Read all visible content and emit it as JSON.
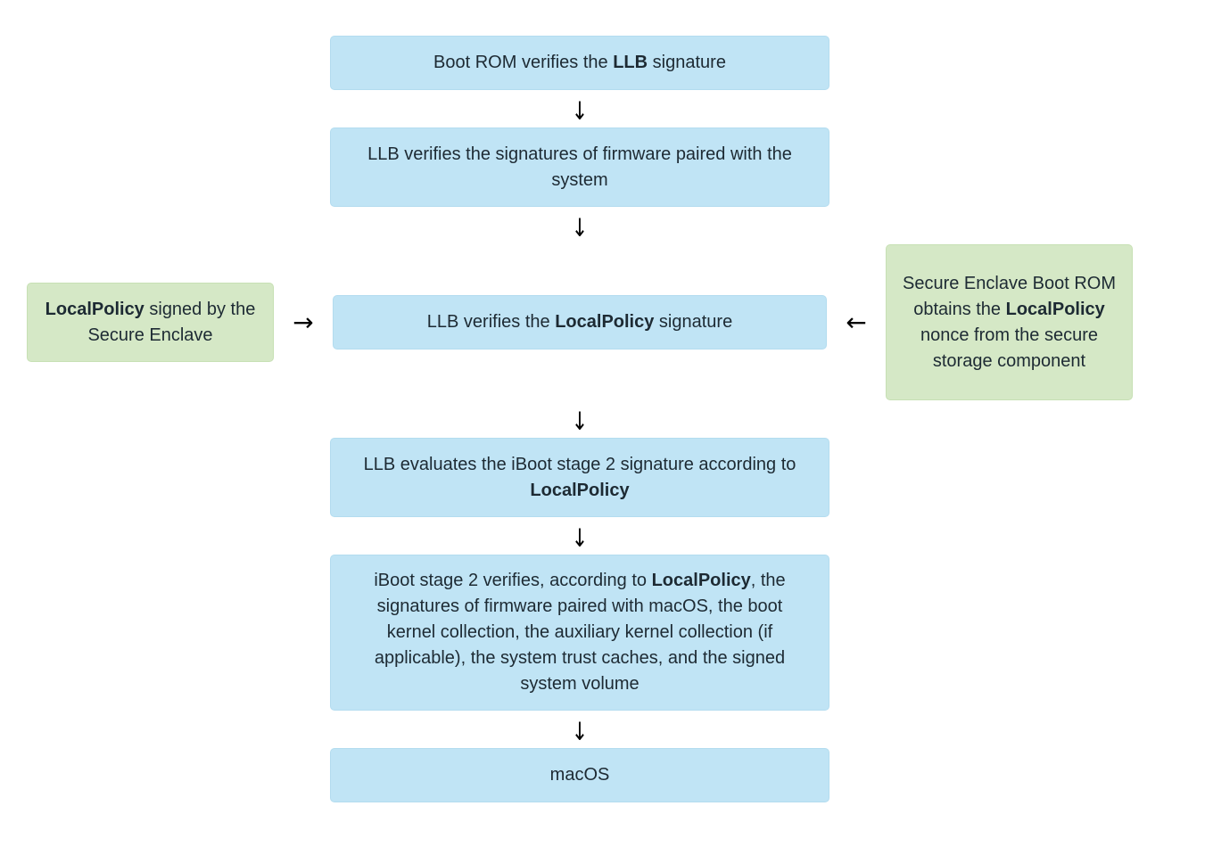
{
  "steps": [
    {
      "parts": [
        {
          "t": "Boot ROM verifies the "
        },
        {
          "t": "LLB",
          "b": true
        },
        {
          "t": " signature"
        }
      ]
    },
    {
      "parts": [
        {
          "t": "LLB verifies the signatures of firmware paired with the system"
        }
      ]
    },
    {
      "parts": [
        {
          "t": "LLB verifies the "
        },
        {
          "t": "LocalPolicy",
          "b": true
        },
        {
          "t": " signature"
        }
      ]
    },
    {
      "parts": [
        {
          "t": "LLB evaluates the iBoot stage 2 signature according to "
        },
        {
          "t": "LocalPolicy",
          "b": true
        }
      ]
    },
    {
      "parts": [
        {
          "t": "iBoot stage 2 verifies, according to "
        },
        {
          "t": "LocalPolicy",
          "b": true
        },
        {
          "t": ", the signatures of firmware paired with macOS, the boot kernel collection, the auxiliary kernel collection (if applicable), the system trust caches, and the signed system volume"
        }
      ]
    },
    {
      "parts": [
        {
          "t": "macOS"
        }
      ]
    }
  ],
  "inputs": {
    "left": {
      "parts": [
        {
          "t": "LocalPolicy",
          "b": true
        },
        {
          "t": " signed by the Secure Enclave"
        }
      ]
    },
    "right": {
      "parts": [
        {
          "t": "Secure Enclave Boot ROM obtains the "
        },
        {
          "t": "LocalPolicy",
          "b": true
        },
        {
          "t": " nonce from the secure storage component"
        }
      ]
    }
  },
  "glyphs": {
    "down": "↓",
    "right": "→",
    "left": "←"
  },
  "colors": {
    "step_fill": "#c0e4f5",
    "input_fill": "#d5e8c6",
    "text": "#1d2a33"
  }
}
